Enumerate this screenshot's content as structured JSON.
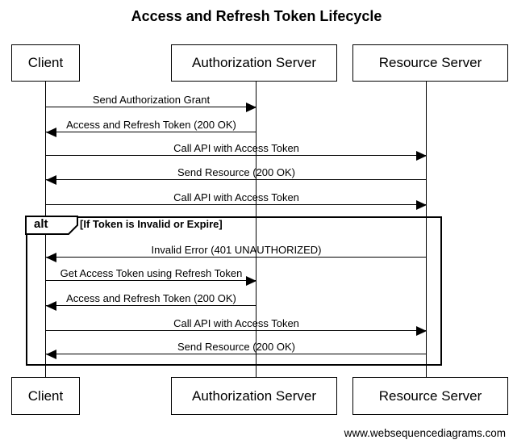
{
  "title": "Access and Refresh Token Lifecycle",
  "actors": [
    {
      "id": "client",
      "label": "Client"
    },
    {
      "id": "authorization-server",
      "label": "Authorization Server"
    },
    {
      "id": "resource-server",
      "label": "Resource Server"
    }
  ],
  "messages": [
    {
      "from": "Client",
      "to": "Authorization Server",
      "label": "Send Authorization Grant",
      "in_fragment": false
    },
    {
      "from": "Authorization Server",
      "to": "Client",
      "label": "Access and Refresh Token (200 OK)",
      "in_fragment": false
    },
    {
      "from": "Client",
      "to": "Resource Server",
      "label": "Call API with Access Token",
      "in_fragment": false
    },
    {
      "from": "Resource Server",
      "to": "Client",
      "label": "Send Resource (200 OK)",
      "in_fragment": false
    },
    {
      "from": "Client",
      "to": "Resource Server",
      "label": "Call API with Access Token",
      "in_fragment": false
    },
    {
      "from": "Resource Server",
      "to": "Client",
      "label": "Invalid Error (401 UNAUTHORIZED)",
      "in_fragment": true
    },
    {
      "from": "Client",
      "to": "Authorization Server",
      "label": "Get Access Token using Refresh Token",
      "in_fragment": true
    },
    {
      "from": "Authorization Server",
      "to": "Client",
      "label": "Access and Refresh Token (200 OK)",
      "in_fragment": true
    },
    {
      "from": "Client",
      "to": "Resource Server",
      "label": "Call API with Access Token",
      "in_fragment": true
    },
    {
      "from": "Resource Server",
      "to": "Client",
      "label": "Send Resource (200 OK)",
      "in_fragment": true
    }
  ],
  "fragment": {
    "operator": "alt",
    "guard": "[If Token is Invalid or Expire]"
  },
  "footer": "www.websequencediagrams.com",
  "colors": {
    "line": "#000000",
    "background": "#ffffff",
    "text": "#000000"
  }
}
